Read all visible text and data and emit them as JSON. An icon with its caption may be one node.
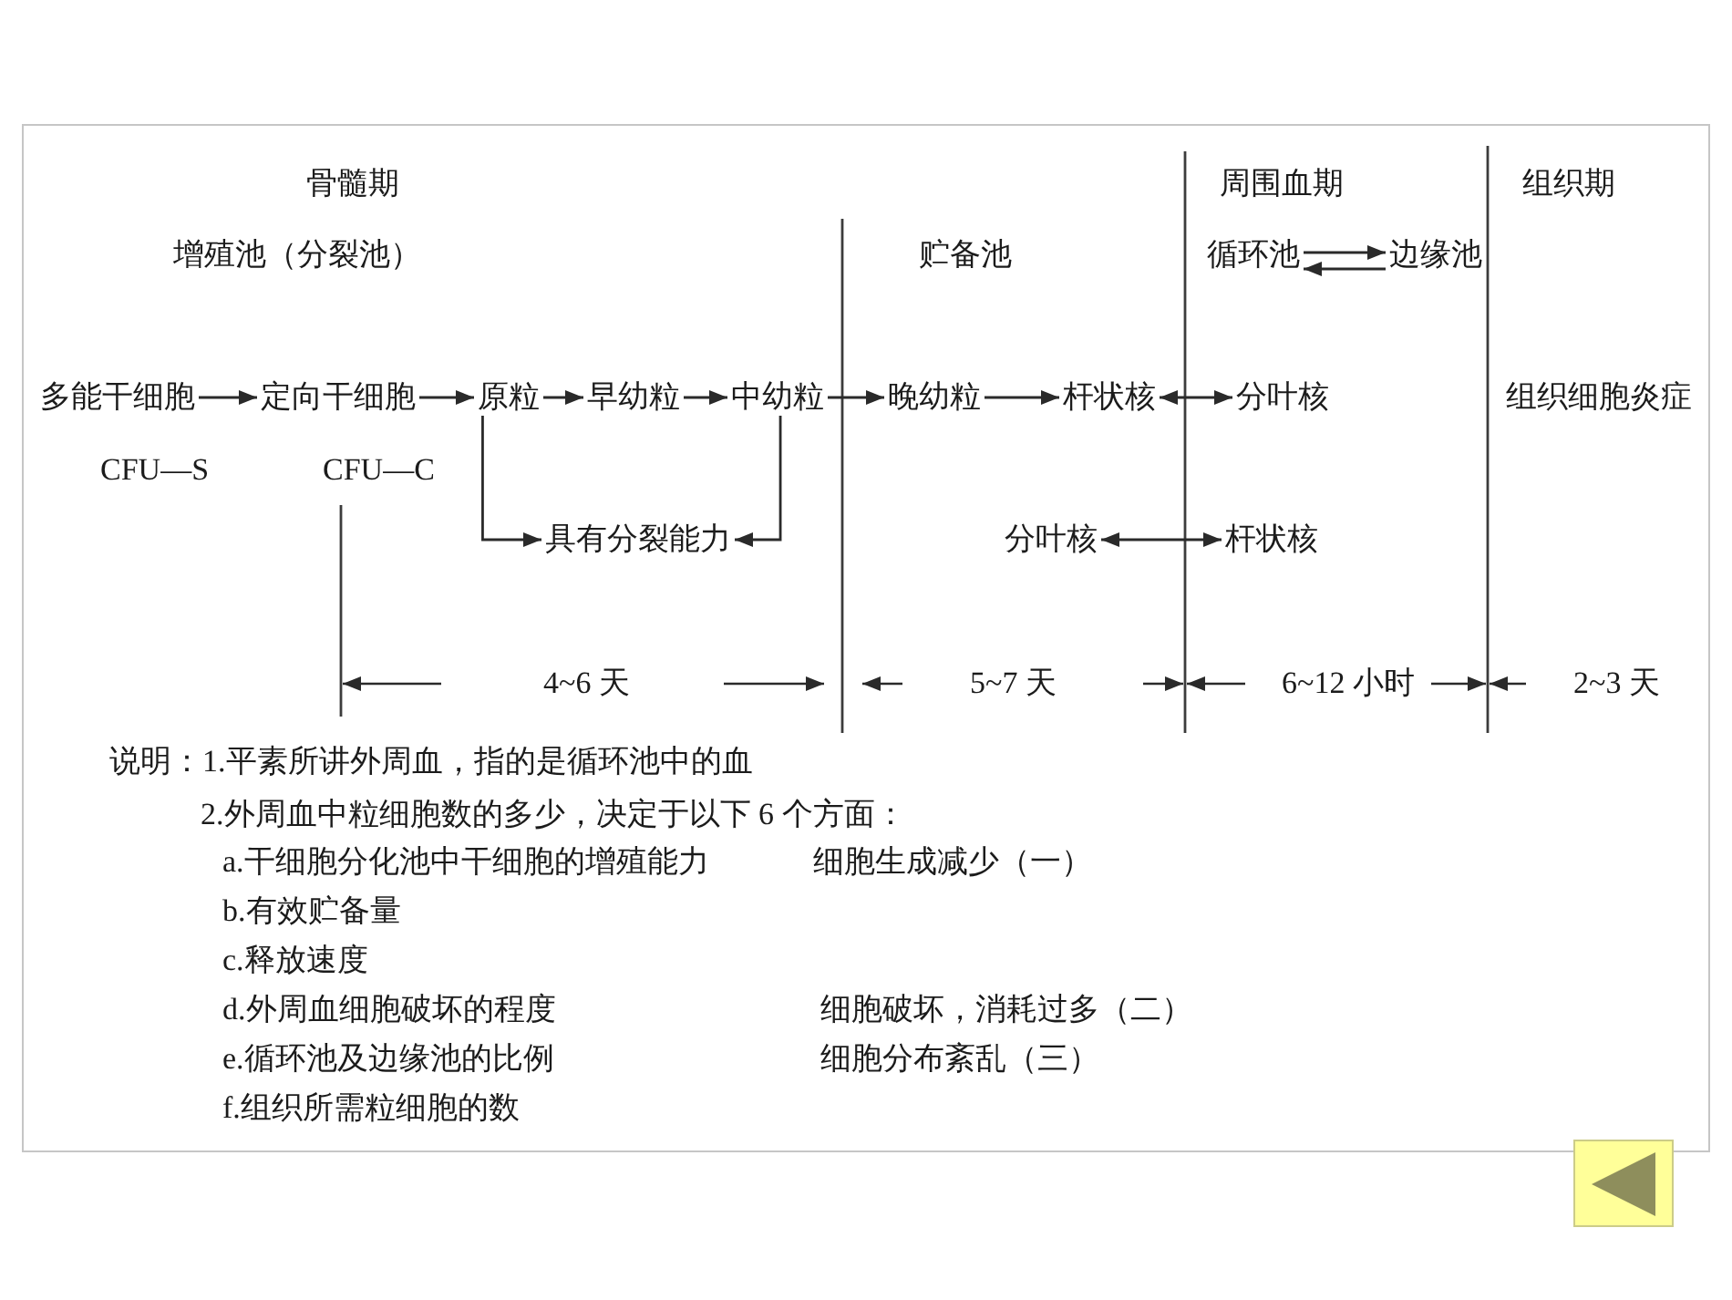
{
  "diagram": {
    "nodes": [
      {
        "text": [
          "循环池"
        ]
      },
      {
        "text": [
          "边缘池"
        ]
      },
      {
        "text": [
          "多能干细胞"
        ],
        "beside": [
          "CFU—S"
        ]
      },
      {
        "text": [
          "定向干细胞"
        ],
        "beside": [
          "CFU—C"
        ]
      },
      {
        "text": [
          "原粒"
        ]
      },
      {
        "text": [
          "早幼粒"
        ]
      },
      {
        "text": [
          "中幼粒"
        ]
      },
      {
        "text": [
          "晚幼粒"
        ]
      },
      {
        "text": [
          "杆状核"
        ]
      },
      {
        "text": [
          "分叶核"
        ]
      },
      {
        "text": [
          "具有分裂能力"
        ]
      },
      {
        "text": [
          "分叶核"
        ]
      },
      {
        "text": [
          "杆状核"
        ]
      }
    ],
    "edges": [
      {
        "from": 0,
        "to": 1,
        "arrow": "to"
      },
      {
        "from": 1,
        "to": 0,
        "arrow": "to"
      },
      {
        "from": 2,
        "to": 3,
        "arrow": "to"
      },
      {
        "from": 3,
        "to": 4,
        "arrow": "to"
      },
      {
        "from": 4,
        "to": 5,
        "arrow": "to"
      },
      {
        "from": 5,
        "to": 6,
        "arrow": "to"
      },
      {
        "from": 6,
        "to": 7,
        "arrow": "to"
      },
      {
        "from": 7,
        "to": 8,
        "arrow": "to"
      },
      {
        "from": 8,
        "to": 9,
        "arrow": "both"
      },
      {
        "from": 4,
        "to": 10,
        "arrow": "to"
      },
      {
        "from": 6,
        "to": 10,
        "arrow": "to"
      },
      {
        "from": 11,
        "to": 12,
        "arrow": "both"
      }
    ],
    "labels": [
      "骨髓期",
      "周围血期",
      "组织期",
      "增殖池（分裂池）",
      "贮备池",
      "组织细胞炎症",
      "4~6 天",
      "5~7 天",
      "6~12 小时",
      "2~3 天",
      "说明：1.平素所讲外周血，指的是循环池中的血",
      "2.外周血中粒细胞数的多少，决定于以下 6 个方面：",
      "a.干细胞分化池中干细胞的增殖能力",
      "细胞生成减少（一）",
      "b.有效贮备量",
      "c.释放速度",
      "d.外周血细胞破坏的程度",
      "细胞破坏，消耗过多（二）",
      "e.循环池及边缘池的比例",
      "细胞分布紊乱（三）",
      "f.组织所需粒细胞的数"
    ]
  }
}
